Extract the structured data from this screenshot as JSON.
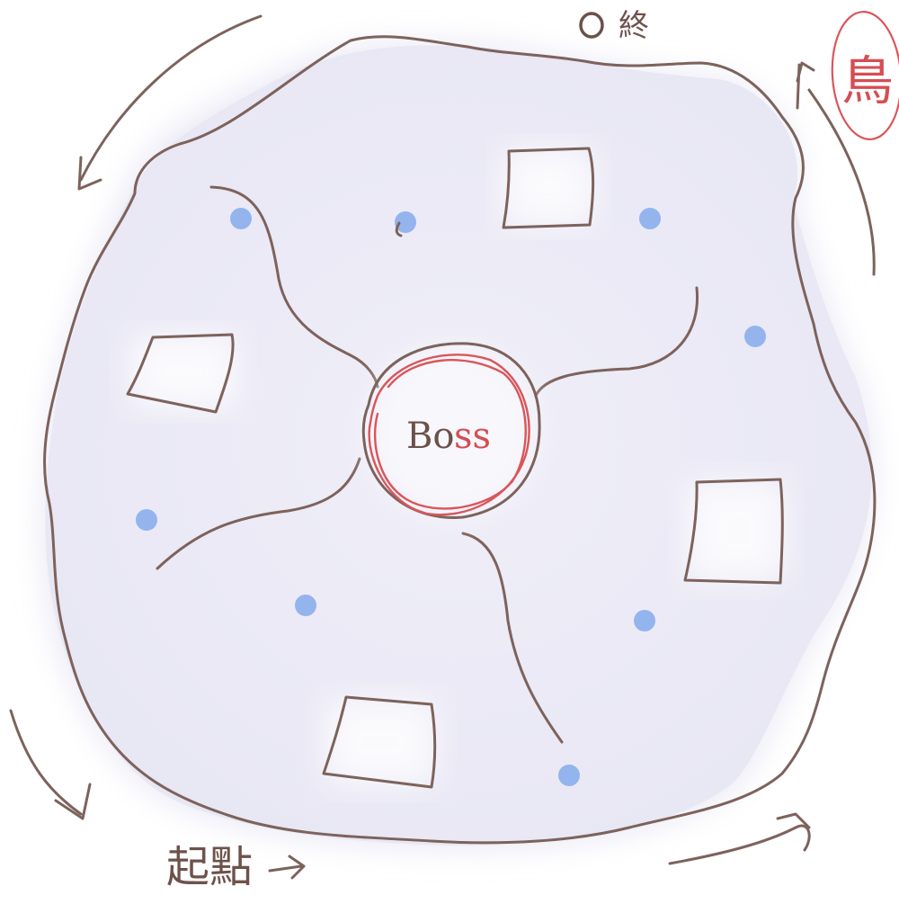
{
  "map": {
    "end_label": "終",
    "start_label": "起點",
    "bird_label": "鳥",
    "boss_label_part1": "Bo",
    "boss_label_part2": "ss",
    "colors": {
      "outline": "#7d625c",
      "arena_fill": "#eceaf6",
      "boss_ring": "#d9565a",
      "dot": "#94b4ee",
      "room_fill": "#ffffff"
    }
  }
}
